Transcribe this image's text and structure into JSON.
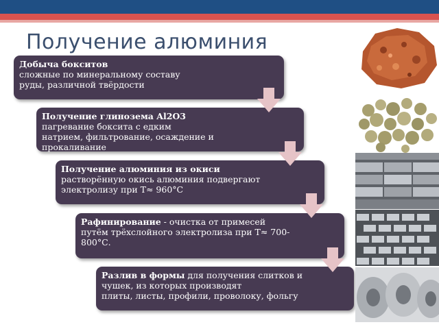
{
  "title": "Получение алюминия",
  "steps": [
    {
      "head": "Добыча бокситов",
      "desc": " сложные по минеральному составу\nруды, различной твёрдости"
    },
    {
      "head": "Получение глинозема  Al2O3",
      "desc": "пагревание боксита с едким\nнатрием, фильтрование, осаждение и\nпрокаливание"
    },
    {
      "head": "Получение алюминия из окиси",
      "desc": "растворённую  окись алюминия подвергают\nэлектролизу при Т≈ 960°С"
    },
    {
      "head": "Рафинирование",
      "desc": " - очистка от  примесей\nпутём трёхслойного электролиза при Т≈ 700-\n800°С."
    },
    {
      "head": "Разлив в формы",
      "desc": " для  получения слитков и\nчушек,  из которых  производят\nплиты, листы, профили, проволоку, фольгу"
    }
  ],
  "colors": {
    "header_band": "#1f4f84",
    "accent_red": "#d9534f",
    "box_fill": "#473a52",
    "arrow_fill": "#e6c3c7",
    "title_text": "#3b4f6e"
  },
  "images": [
    {
      "icon": "bauxite-rock-image"
    },
    {
      "icon": "alumina-pellets-image"
    },
    {
      "icon": "aluminum-ingots-image"
    },
    {
      "icon": "aluminum-bars-stack-image"
    },
    {
      "icon": "aluminum-coils-image"
    }
  ]
}
